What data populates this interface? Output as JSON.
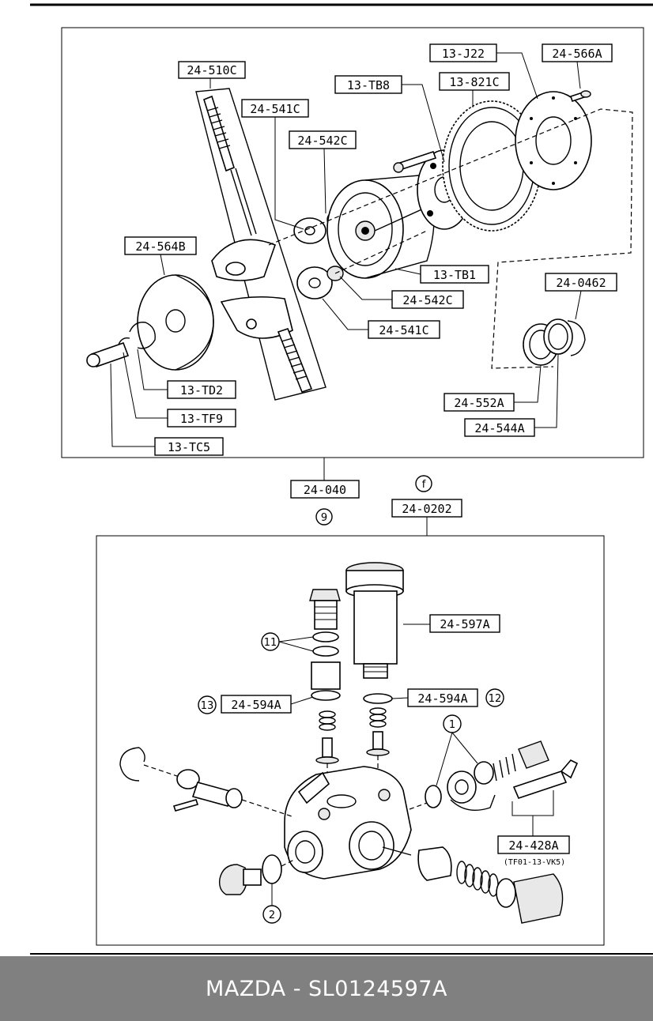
{
  "labels": {
    "l_24_510c": "24-510C",
    "l_24_541c_top": "24-541C",
    "l_24_542c_top": "24-542C",
    "l_13_tb8": "13-TB8",
    "l_13_j22": "13-J22",
    "l_13_821c": "13-821C",
    "l_24_566a": "24-566A",
    "l_24_564b": "24-564B",
    "l_13_tb1": "13-TB1",
    "l_24_0462": "24-0462",
    "l_24_542c_mid": "24-542C",
    "l_24_541c_mid": "24-541C",
    "l_24_552a": "24-552A",
    "l_24_544a": "24-544A",
    "l_13_td2": "13-TD2",
    "l_13_tf9": "13-TF9",
    "l_13_tc5": "13-TC5",
    "l_24_040": "24-040",
    "l_24_0202": "24-0202",
    "l_24_597a": "24-597A",
    "l_24_594a_left": "24-594A",
    "l_24_594a_right": "24-594A",
    "l_24_428a": "24-428A",
    "l_tf01": "(TF01-13-VK5)"
  },
  "callouts": {
    "c9": "9",
    "cf": "f",
    "c11": "11",
    "c13": "13",
    "c12": "12",
    "c1": "1",
    "c2": "2"
  },
  "footer": {
    "brand": "MAZDA",
    "separator": " - ",
    "part_number": "SL0124597A"
  }
}
